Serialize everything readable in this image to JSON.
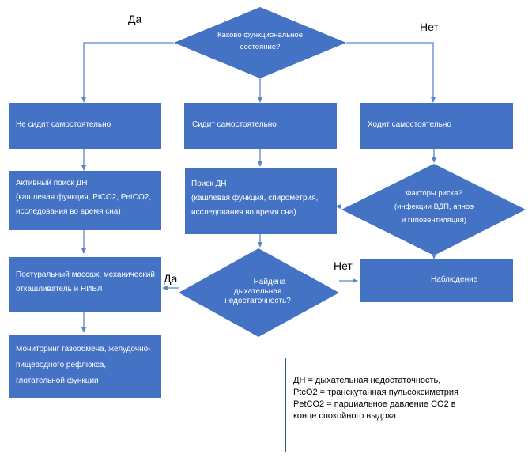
{
  "labels": {
    "yes_top": "Да",
    "no_top": "Нет",
    "no_mid": "Нет",
    "yes_mid": "Да"
  },
  "diamond_top": {
    "line1": "Каково функциональное",
    "line2": "состояние?"
  },
  "box_not_sitting": "Не сидит самостоятельно",
  "box_sitting": "Сидит самостоятельно",
  "box_walking": "Ходит самостоятельно",
  "box_active_search": {
    "line1": "Активный поиск ДН",
    "line2a": "(кашлевая",
    "line2b": "функция,",
    "line2c": "PtCO2,",
    "line2d": "PetCO2,",
    "line3": "исследования во время сна)"
  },
  "box_search": {
    "line1": "Поиск ДН",
    "line2a": "(кашлевая",
    "line2b": "функция,",
    "line2c": "спирометрия,",
    "line3": "исследования во время сна)"
  },
  "diamond_risk": {
    "line1": "Факторы риска?",
    "line2": "(инфекции ВДП, апноэ",
    "line3": "и  гиповентиляция)"
  },
  "diamond_dn": {
    "line1": "Найдена",
    "line2": "дыхательная",
    "line3": "недостаточность?"
  },
  "box_observation": "Наблюдение",
  "box_massage": {
    "line1": "Постуральный массаж, механический",
    "line2": "откашливатель и НИВЛ"
  },
  "box_monitoring": {
    "line1": "Мониторинг газообмена, желудочно-",
    "line2a": "пищеводного",
    "line2b": "рефлюкса,",
    "line3": "глотательной функции"
  },
  "legend": {
    "line1": "ДН = дыхательная недостаточность,",
    "line2": "PtcO2 = транскутанная пульсоксиметрия",
    "line3a": "PetCO2",
    "line3b": "=",
    "line3c": "парциальное",
    "line3d": "давление",
    "line3e": "CO2",
    "line3f": "в",
    "line4": "конце спокойного выдоха"
  },
  "colors": {
    "fill": "#4472c4",
    "arrow": "#5b87c9",
    "border": "#2f5597"
  }
}
